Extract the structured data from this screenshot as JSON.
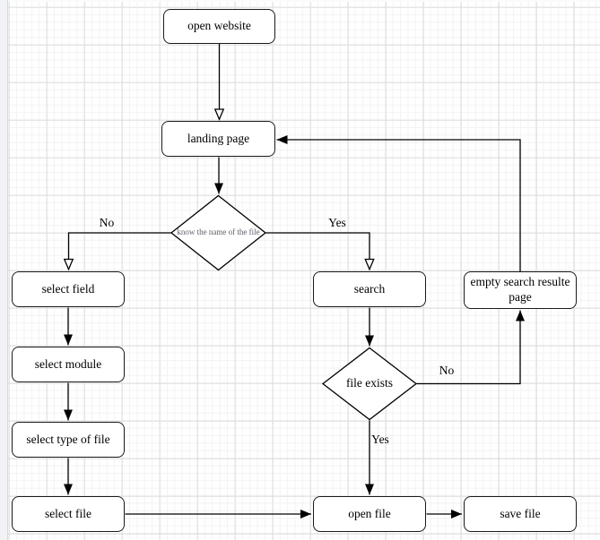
{
  "diagram": {
    "nodes": {
      "open_website": {
        "label": "open website"
      },
      "landing_page": {
        "label": "landing page"
      },
      "know_name": {
        "label": "know the name of the file"
      },
      "select_field": {
        "label": "select field"
      },
      "search": {
        "label": "search"
      },
      "empty_search_page": {
        "label": "empty search resulte page"
      },
      "select_module": {
        "label": "select module"
      },
      "file_exists": {
        "label": "file exists"
      },
      "select_type_of_file": {
        "label": "select type of file"
      },
      "select_file": {
        "label": "select file"
      },
      "open_file": {
        "label": "open file"
      },
      "save_file": {
        "label": "save file"
      }
    },
    "edge_labels": {
      "know_name_no": "No",
      "know_name_yes": "Yes",
      "file_exists_no": "No",
      "file_exists_yes": "Yes"
    },
    "colors": {
      "node_fill": "#ffffff",
      "node_border": "#1a1a1a",
      "connector": "#000000",
      "small_diamond_text": "#5b5f66",
      "grid_major": "#dcdcde",
      "grid_minor": "#f3f3f4",
      "gutter": "#f1f3f6"
    }
  }
}
